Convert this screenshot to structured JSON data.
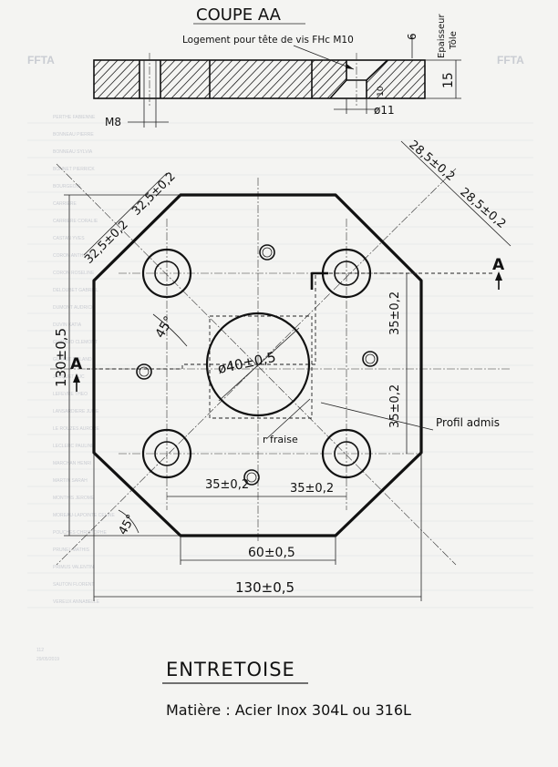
{
  "section": {
    "title": "COUPE AA",
    "callout_logement": "Logement pour tête de vis FHc M10",
    "label_epaisseur": "Epaisseur",
    "label_tole": "Tôle",
    "dim_15": "15",
    "dim_6": "6",
    "dim_10": "10",
    "dim_d11": "ø11",
    "label_m8": "M8"
  },
  "plan": {
    "dim_28_5_a": "28,5±0,2",
    "dim_28_5_b": "28,5±0,2",
    "dim_32_5_a": "32,5±0,2",
    "dim_32_5_b": "32,5±0,2",
    "dim_130_v": "130±0,5",
    "dim_130_h": "130±0,5",
    "dim_35_a": "35±0,2",
    "dim_35_b": "35±0,2",
    "dim_35_c": "35±0,2",
    "dim_35_d": "35±0,2",
    "dim_60": "60±0,5",
    "dim_45_a": "45°",
    "dim_45_b": "45°",
    "dim_d40": "ø40±0,5",
    "label_r_fraise": "r fraise",
    "label_profil": "Profil admis",
    "label_a_left": "A",
    "label_a_right": "A"
  },
  "footer": {
    "title": "ENTRETOISE",
    "material": "Matière : Acier Inox 304L ou 316L"
  },
  "background": {
    "logo": "FFTA",
    "page_number": "112",
    "date": "29/05/2019",
    "names": [
      "PERTHE FABIENNE",
      "BONNEAU PIERRE",
      "BONNEAU SYLVIA",
      "BONNET PIERRICK",
      "BOURGEOIS",
      "CARRIERE",
      "CARRIERE CORALIE",
      "CASTAN YVES",
      "CORON ANTHONY",
      "CORON ROSELINE",
      "DELOUBET GABRIEL",
      "DUMONT AUDRICK",
      "DUVIN KATIA",
      "GUIRAUD CLEMONT",
      "GUYAUT ROLAND",
      "JACQUET LUC",
      "LEFEVRE THEO",
      "LANSARDIERE JULIE",
      "LE ROUZES AURORE",
      "LECLERC PAULINE",
      "MARCHAN HENRI",
      "MARTIN SARAH",
      "MONTHIS JEROME",
      "MOREAU-LAPOINTE CELINE",
      "POUCHES CHRISTOPHE",
      "PRUNEL MATHIS",
      "PRIMUS VALENTIN",
      "SAUTON FLORENT",
      "VEREUX ANNABELLE"
    ]
  }
}
